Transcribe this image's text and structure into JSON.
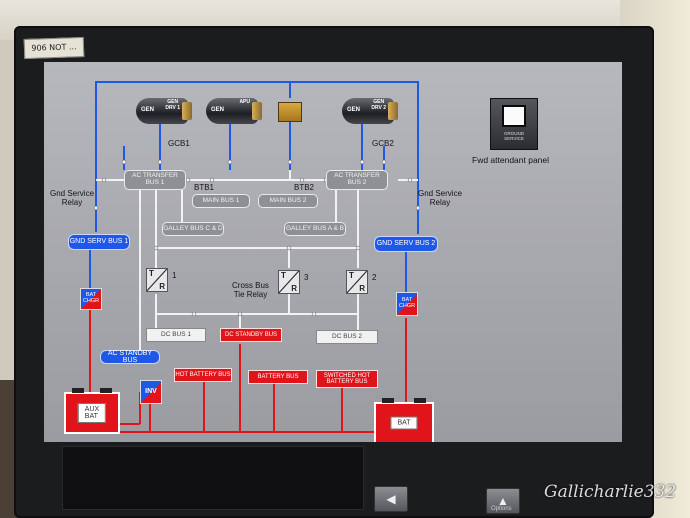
{
  "monitor": {
    "sticker": "906 NOT ..."
  },
  "generators": {
    "gen1": {
      "tag": "GEN",
      "sub": "GEN\nDRV 1"
    },
    "apu": {
      "tag": "GEN",
      "sub": "APU"
    },
    "gen2": {
      "tag": "GEN",
      "sub": "GEN\nDRV 2"
    }
  },
  "breakers": {
    "gcb1": "GCB1",
    "gcb2": "GCB2",
    "btb1": "BTB1",
    "btb2": "BTB2"
  },
  "buses": {
    "ac_transfer_1": "AC TRANSFER\nBUS 1",
    "ac_transfer_2": "AC TRANSFER\nBUS 2",
    "main_bus_1": "MAIN BUS 1",
    "main_bus_2": "MAIN BUS 2",
    "galley_cd": "GALLEY BUS C & D",
    "galley_ab": "GALLEY BUS A & B",
    "gnd_serv_1": "GND SERV BUS 1",
    "gnd_serv_2": "GND SERV BUS 2",
    "dc_bus_1": "DC BUS 1",
    "dc_bus_2": "DC BUS 2",
    "dc_standby": "DC STANDBY BUS",
    "ac_standby": "AC STANDBY BUS",
    "hot_battery": "HOT BATTERY BUS",
    "battery_bus": "BATTERY BUS",
    "switched_hot": "SWITCHED HOT\nBATTERY BUS"
  },
  "labels": {
    "gnd_service_relay_left": "Gnd Service\nRelay",
    "gnd_service_relay_right": "Gnd Service\nRelay",
    "cross_bus_tie_relay": "Cross Bus\nTie Relay",
    "fwd_attendant_panel": "Fwd attendant panel",
    "tr1": "1",
    "tr2": "2",
    "tr3": "3"
  },
  "transformers": {
    "t": "T",
    "r": "R"
  },
  "chargers": {
    "bat_chgr": "BAT\nCHGR"
  },
  "inverter": "INV",
  "batteries": {
    "aux": "AUX BAT",
    "main": "BAT"
  },
  "ground_service_button": "GROUND\nSERVICE",
  "softkeys": {
    "back_arrow": "◀",
    "options_label": "Options"
  },
  "watermark": "Gallicharlie332",
  "colors": {
    "ac_line": "#1f57e8",
    "dc_line": "#e2141b",
    "neutral_line": "#f2f2f2",
    "screen_bg": "#a9aab0"
  }
}
